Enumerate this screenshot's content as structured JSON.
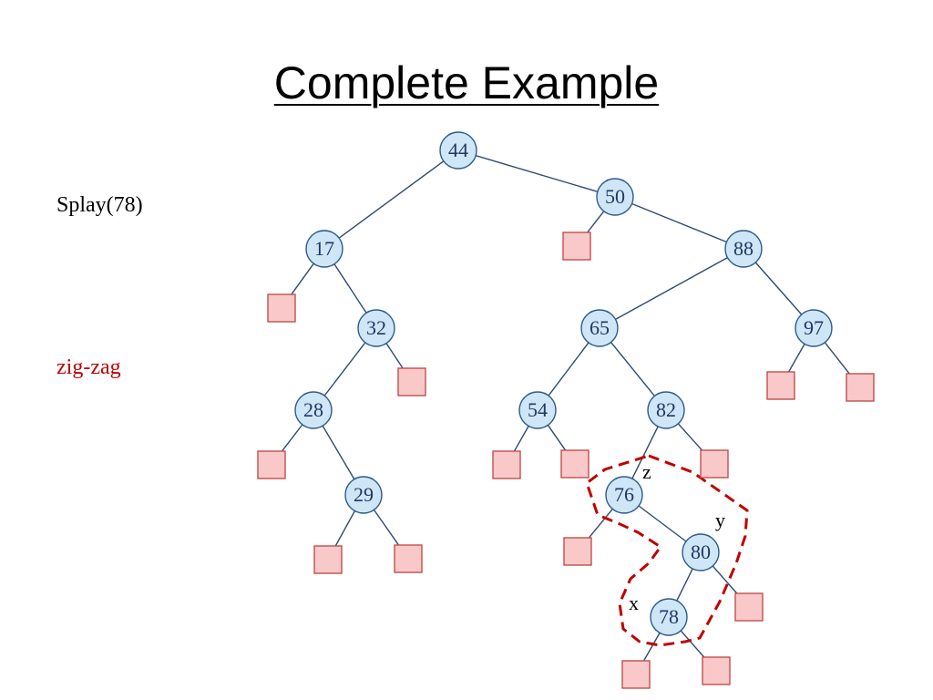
{
  "title": "Complete Example",
  "operation_label": "Splay(78)",
  "rotation_label": "zig-zag",
  "colors": {
    "node_fill": "#cfe6f7",
    "node_stroke": "#2e5b8a",
    "edge": "#2e4a73",
    "leaf_fill": "#f9c9c9",
    "leaf_stroke": "#c0504d",
    "highlight": "#c00000",
    "rotation_text": "#c00000"
  },
  "tree": {
    "nodes": [
      {
        "id": "n44",
        "value": "44"
      },
      {
        "id": "n50",
        "value": "50"
      },
      {
        "id": "n17",
        "value": "17"
      },
      {
        "id": "n88",
        "value": "88"
      },
      {
        "id": "n32",
        "value": "32"
      },
      {
        "id": "n65",
        "value": "65"
      },
      {
        "id": "n97",
        "value": "97"
      },
      {
        "id": "n28",
        "value": "28"
      },
      {
        "id": "n54",
        "value": "54"
      },
      {
        "id": "n82",
        "value": "82"
      },
      {
        "id": "n29",
        "value": "29"
      },
      {
        "id": "n76",
        "value": "76"
      },
      {
        "id": "n80",
        "value": "80"
      },
      {
        "id": "n78",
        "value": "78"
      }
    ],
    "roles": [
      {
        "node": "n76",
        "label": "z"
      },
      {
        "node": "n80",
        "label": "y"
      },
      {
        "node": "n78",
        "label": "x"
      }
    ]
  }
}
